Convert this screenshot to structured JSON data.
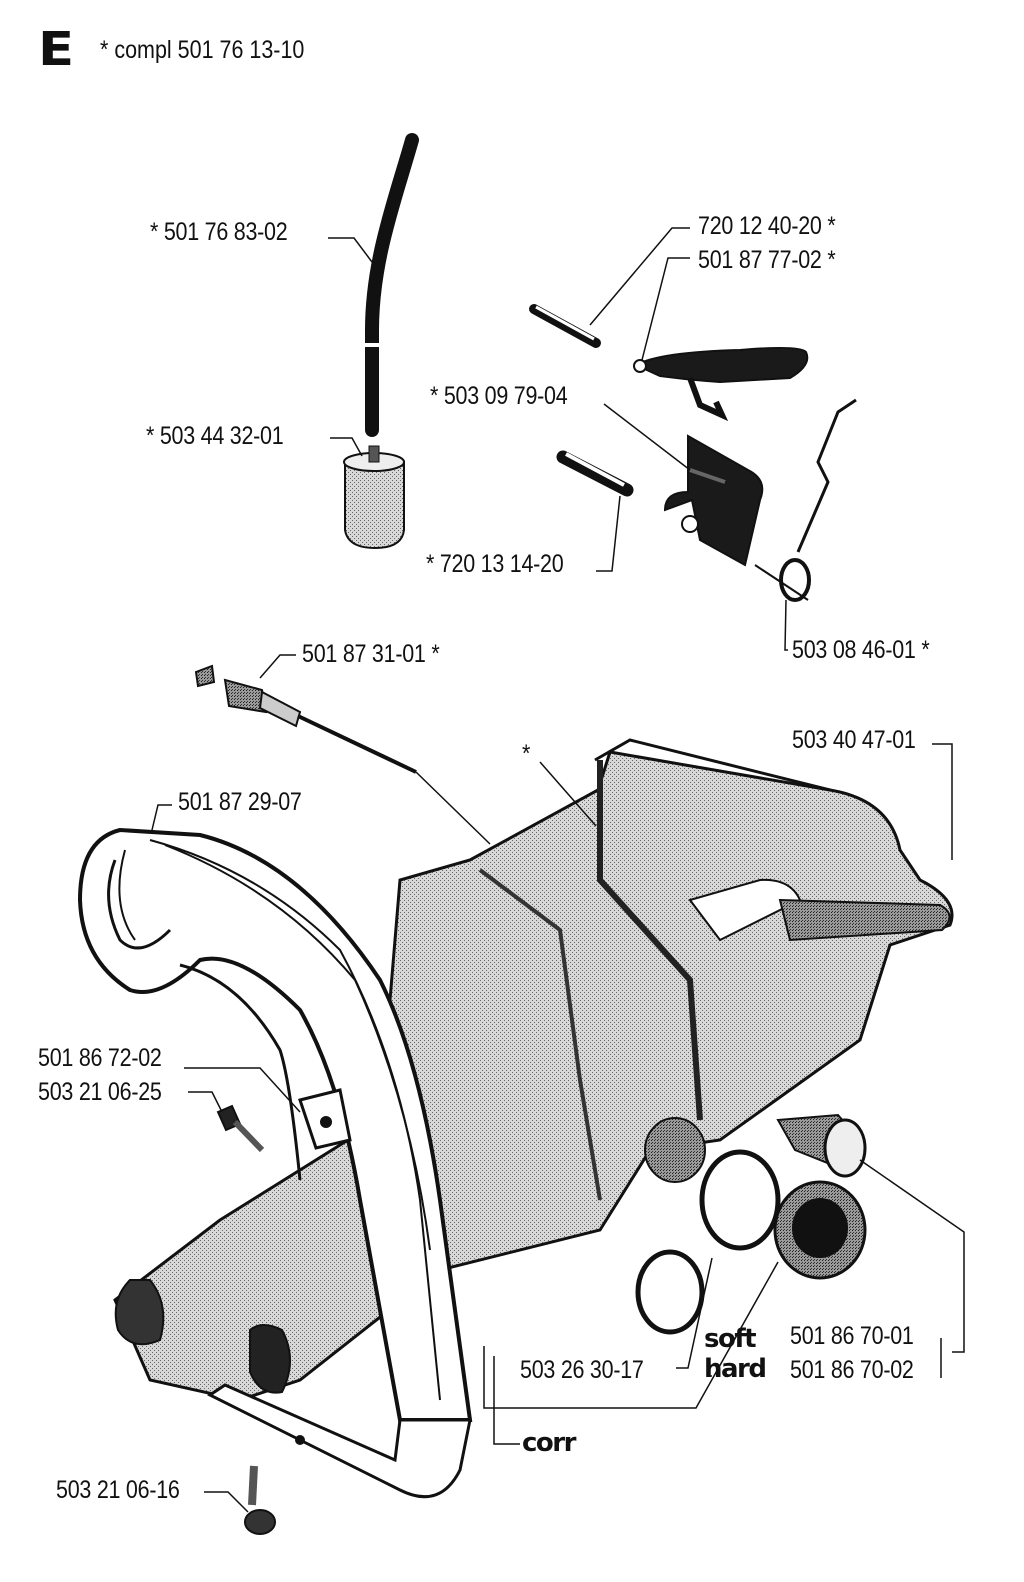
{
  "section": {
    "letter": "E",
    "compl_label": "* compl 501 76 13-10"
  },
  "parts": {
    "fuel_hose": "* 501 76 83-02",
    "fuel_filter": "* 503 44 32-01",
    "pin_top": "720 12 40-20 *",
    "throttle_trigger": "501 87 77-02 *",
    "trigger_lockout": "* 503 09 79-04",
    "pin_lower": "* 720 13 14-20",
    "spring": "503 08 46-01 *",
    "oil_pump_adjuster": "501 87 31-01 *",
    "tank_asterisk": "*",
    "rear_handle_part": "503 40 47-01",
    "front_handle": "501 87 29-07",
    "handle_bracket": "501 86 72-02",
    "screw_upper": "503 21 06-25",
    "screw_lower": "503 21 06-16",
    "o_ring": "503 26 30-17",
    "cap_soft": "501 86 70-01",
    "cap_hard": "501 86 70-02"
  },
  "notes": {
    "soft": "soft",
    "hard": "hard",
    "corr": "corr"
  }
}
